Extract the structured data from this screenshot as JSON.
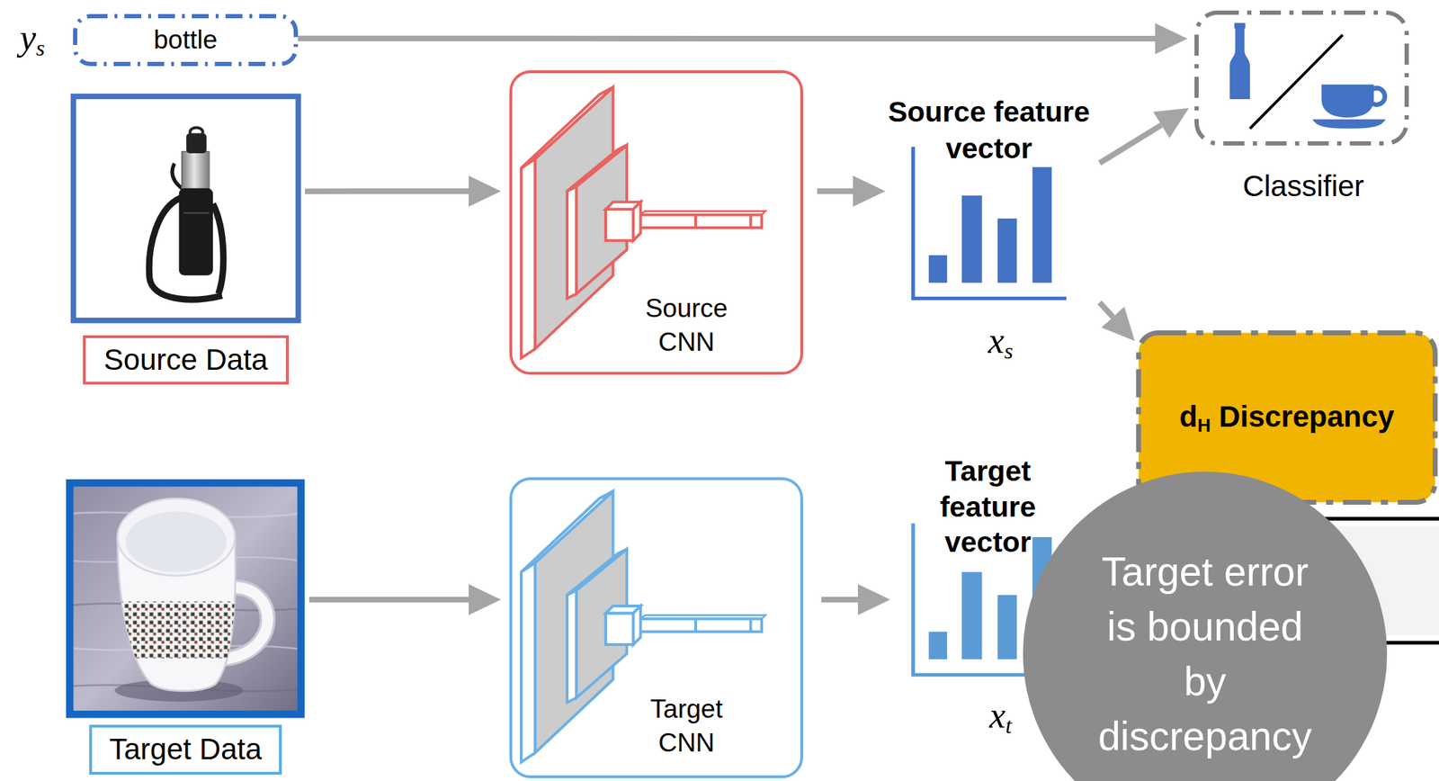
{
  "diagram": {
    "nodes": [
      {
        "text": [
          "bottle"
        ]
      },
      {
        "text": [
          "Classifier"
        ]
      },
      {
        "text": [
          "Source Data"
        ]
      },
      {
        "text": [
          "Source CNN"
        ]
      },
      {
        "text": [
          "Source feature vector",
          "xs"
        ]
      },
      {
        "text": [
          "dH Discrepancy"
        ]
      },
      {
        "text": [
          "Target Data"
        ]
      },
      {
        "text": [
          "Target CNN"
        ]
      },
      {
        "text": [
          "Target feature vector",
          "xt"
        ]
      },
      {
        "text": [
          "Target error is bounded by discrepancy"
        ]
      }
    ],
    "edges": [
      {
        "from": 0,
        "to": 1,
        "arrow": "to"
      },
      {
        "from": 2,
        "to": 3,
        "arrow": "to"
      },
      {
        "from": 3,
        "to": 4,
        "arrow": "to"
      },
      {
        "from": 4,
        "to": 1,
        "arrow": "to"
      },
      {
        "from": 4,
        "to": 5,
        "arrow": "to"
      },
      {
        "from": 6,
        "to": 7,
        "arrow": "to"
      },
      {
        "from": 7,
        "to": 8,
        "arrow": "to"
      }
    ],
    "labels": [
      "ys"
    ]
  }
}
